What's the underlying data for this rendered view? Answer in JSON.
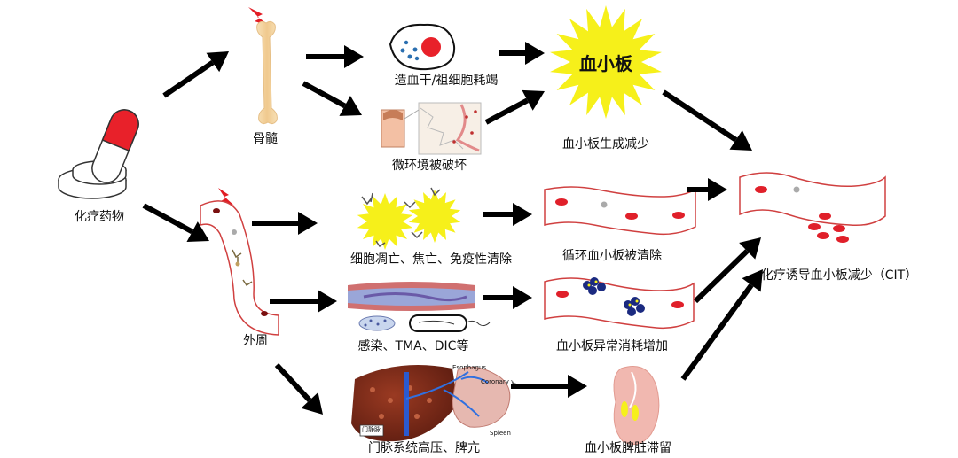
{
  "labels": {
    "drug": "化疗药物",
    "bone_marrow": "骨髓",
    "stem_cell": "造血干/祖细胞耗竭",
    "microenv": "微环境被破坏",
    "platelet_star": "血小板",
    "production_down": "血小板生成减少",
    "periphery": "外周",
    "apoptosis": "细胞凋亡、焦亡、免疫性清除",
    "circ_clear": "循环血小板被清除",
    "infection": "感染、TMA、DIC等",
    "consumption": "血小板异常消耗增加",
    "portal": "门脉系统高压、脾亢",
    "splenic": "血小板脾脏滞留",
    "cit": "化疗诱导血小板减少（CIT）"
  },
  "anatomy_labels": {
    "esophagus": "Esophagus",
    "coronary": "Coronary v.",
    "spleen": "Spleen",
    "portal_vein": "门静脉"
  },
  "colors": {
    "arrow": "#000000",
    "pill_red": "#e8212a",
    "rbc": "#e0202a",
    "vessel_edge": "#d04040",
    "starburst": "#f6f01a",
    "lightning": "#e21c24",
    "bone": "#f2d2a0",
    "liver": "#8a2a1a",
    "spleen": "#e39a8c",
    "platelet_agg": "#1b2a80"
  }
}
